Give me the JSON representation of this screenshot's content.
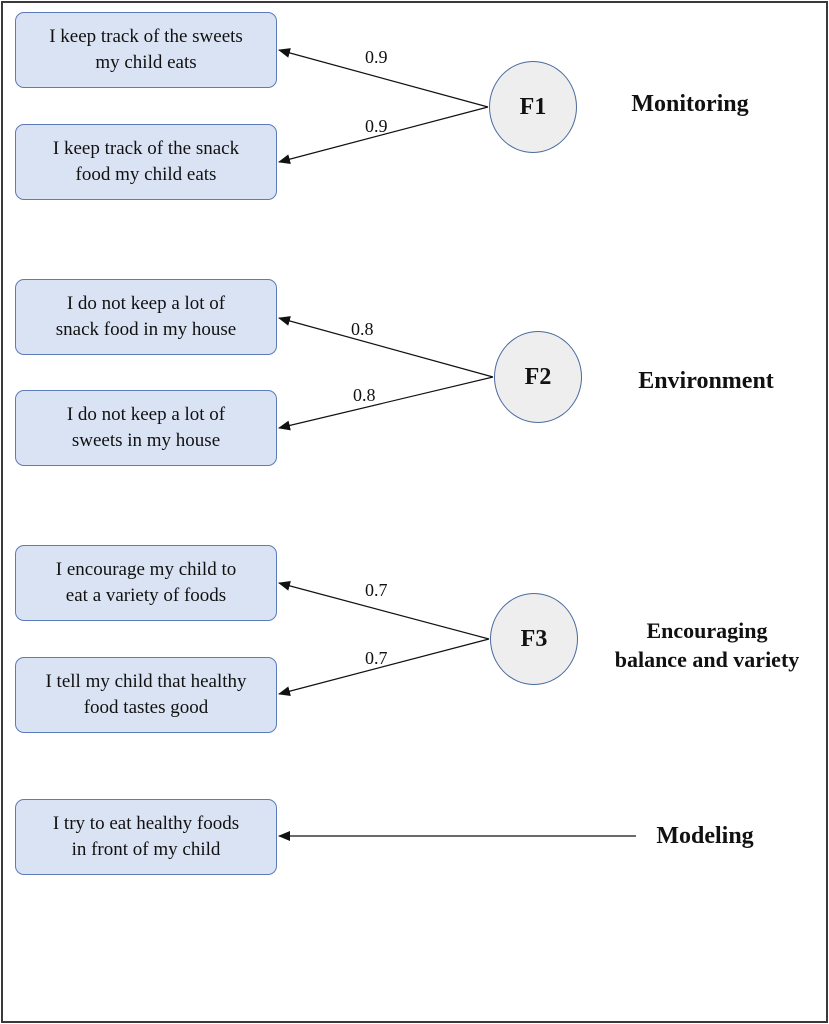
{
  "items": [
    {
      "text": "I keep track of the sweets\nmy child eats"
    },
    {
      "text": "I keep track of the snack\nfood my child eats"
    },
    {
      "text": "I do not keep a lot of\nsnack food in my house"
    },
    {
      "text": "I do not keep a lot of\nsweets in my house"
    },
    {
      "text": "I encourage my child to\neat a variety of foods"
    },
    {
      "text": "I tell my child that healthy\nfood tastes good"
    },
    {
      "text": "I try to eat healthy foods\nin front of my child"
    }
  ],
  "factors": [
    {
      "id": "F1",
      "label": "Monitoring",
      "loadings": [
        "0.9",
        "0.9"
      ]
    },
    {
      "id": "F2",
      "label": "Environment",
      "loadings": [
        "0.8",
        "0.8"
      ]
    },
    {
      "id": "F3",
      "label": "Encouraging\nbalance and variety",
      "loadings": [
        "0.7",
        "0.7"
      ]
    }
  ],
  "single_item_factor": {
    "label": "Modeling"
  },
  "colors": {
    "box_fill": "#dae3f3",
    "box_border": "#5b7cb8",
    "node_fill": "#eeeeee",
    "node_border": "#4a6a9e"
  }
}
